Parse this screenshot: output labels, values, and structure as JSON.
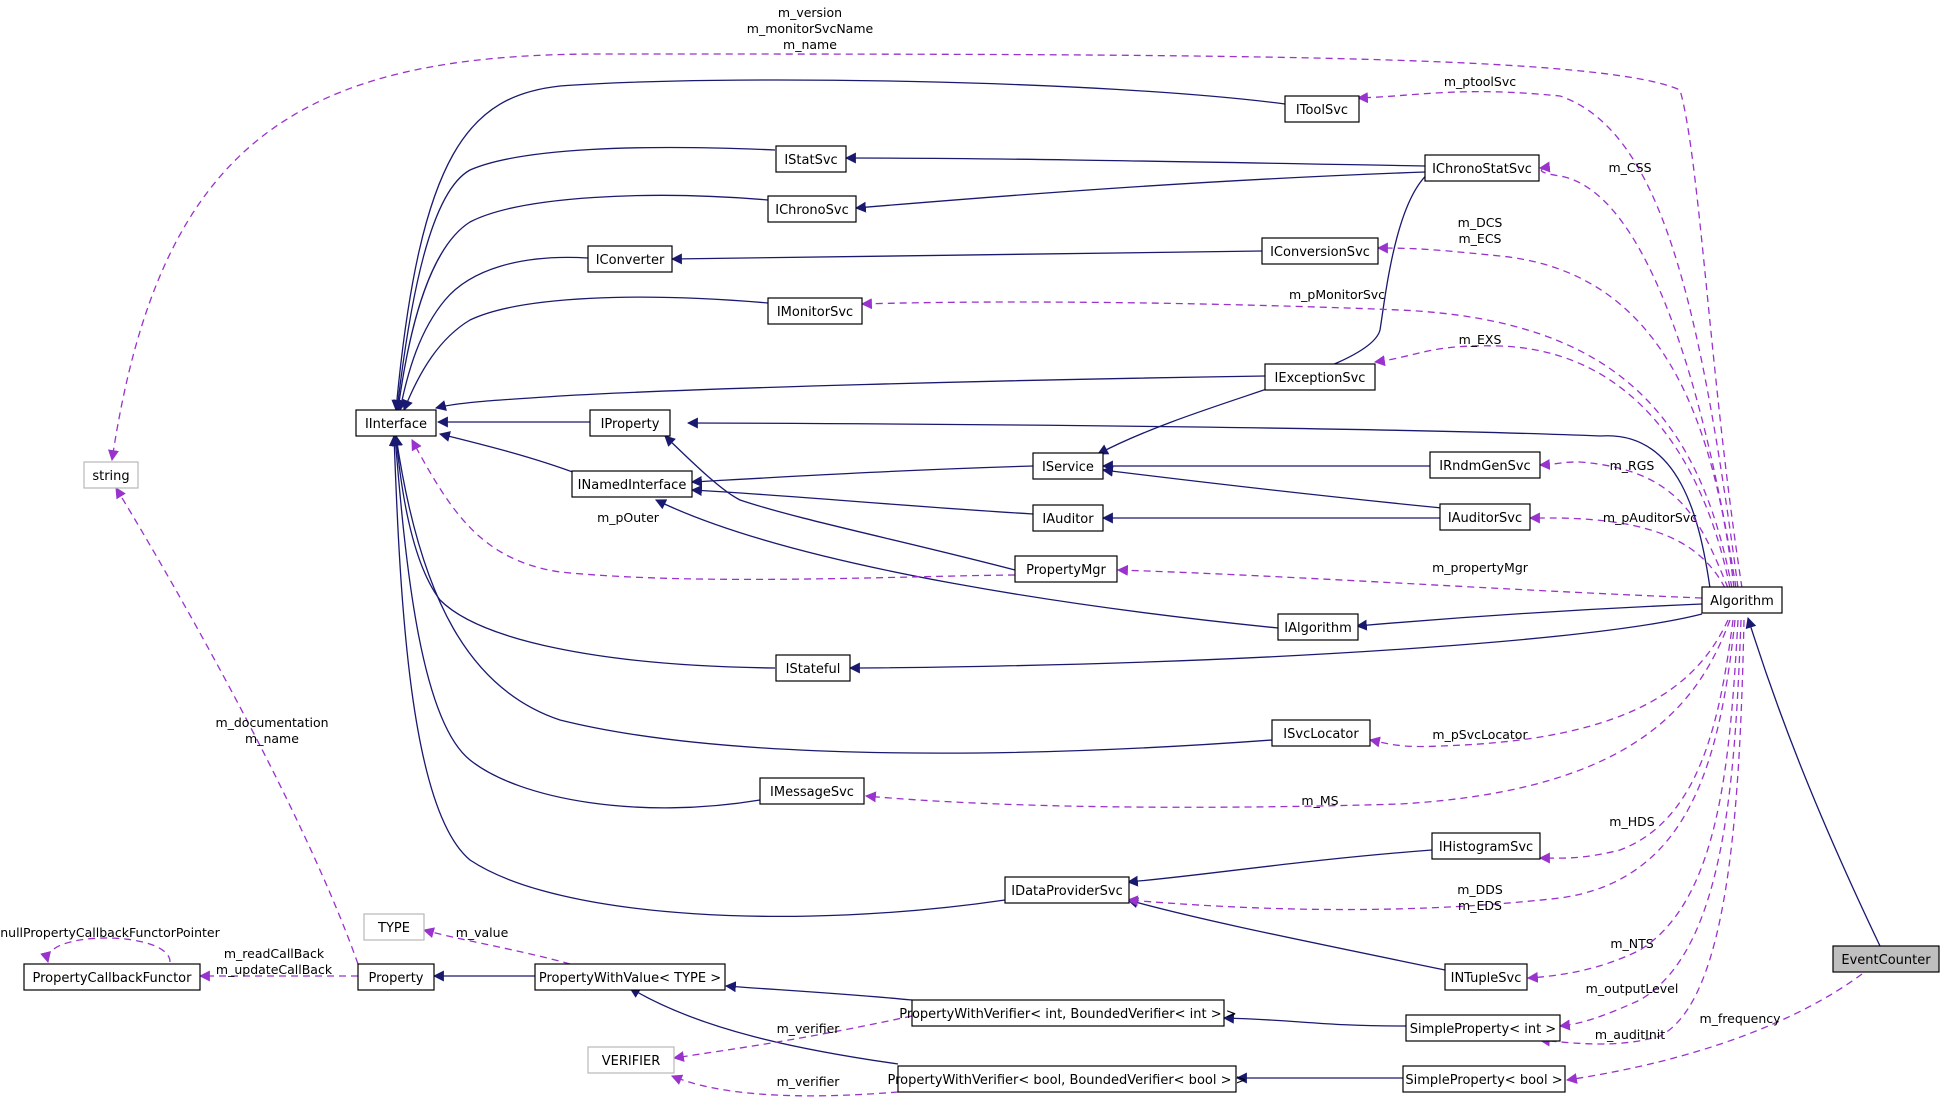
{
  "nodes": {
    "iinterface": "IInterface",
    "string": "string",
    "itoolsvc": "IToolSvc",
    "istatsvc": "IStatSvc",
    "ichronostatsvc": "IChronoStatSvc",
    "ichronosvc": "IChronoSvc",
    "iconverter": "IConverter",
    "iconversionsvc": "IConversionSvc",
    "imonitorsvc": "IMonitorSvc",
    "iexceptionsvc": "IExceptionSvc",
    "iproperty": "IProperty",
    "iservice": "IService",
    "irndmgensvc": "IRndmGenSvc",
    "inamedinterface": "INamedInterface",
    "iauditor": "IAuditor",
    "iauditorsvc": "IAuditorSvc",
    "propertymgr": "PropertyMgr",
    "algorithm": "Algorithm",
    "ialgorithm": "IAlgorithm",
    "istateful": "IStateful",
    "isvclocator": "ISvcLocator",
    "imessagesvc": "IMessageSvc",
    "ihistogramsvc": "IHistogramSvc",
    "idataprovidersvc": "IDataProviderSvc",
    "type": "TYPE",
    "eventcounter": "EventCounter",
    "propertycallbackfunctor": "PropertyCallbackFunctor",
    "property": "Property",
    "propertywithvalue": "PropertyWithValue< TYPE >",
    "intuplesvc": "INTupleSvc",
    "pwv_int": "PropertyWithVerifier< int, BoundedVerifier< int > >",
    "simpleproperty_int": "SimpleProperty< int >",
    "verifier": "VERIFIER",
    "pwv_bool": "PropertyWithVerifier< bool, BoundedVerifier< bool > >",
    "simpleproperty_bool": "SimpleProperty< bool >"
  },
  "labels": {
    "m_version": "m_version",
    "m_monitorSvcName": "m_monitorSvcName",
    "m_name_top": "m_name",
    "m_ptoolSvc": "m_ptoolSvc",
    "m_CSS": "m_CSS",
    "m_DCS": "m_DCS",
    "m_ECS": "m_ECS",
    "m_pMonitorSvc": "m_pMonitorSvc",
    "m_EXS": "m_EXS",
    "m_RGS": "m_RGS",
    "m_pOuter": "m_pOuter",
    "m_pAuditorSvc": "m_pAuditorSvc",
    "m_propertyMgr": "m_propertyMgr",
    "m_documentation": "m_documentation",
    "m_name_doc": "m_name",
    "m_pSvcLocator": "m_pSvcLocator",
    "m_MS": "m_MS",
    "m_HDS": "m_HDS",
    "m_DDS": "m_DDS",
    "m_EDS": "m_EDS",
    "m_value": "m_value",
    "nullPropertyCallbackFunctorPointer": "nullPropertyCallbackFunctorPointer",
    "m_readCallBack": "m_readCallBack",
    "m_updateCallBack": "m_updateCallBack",
    "m_NTS": "m_NTS",
    "m_outputLevel": "m_outputLevel",
    "m_verifier_1": "m_verifier",
    "m_frequency": "m_frequency",
    "m_auditInit": "m_auditInit",
    "m_verifier_2": "m_verifier"
  },
  "colors": {
    "inheritance": "#191970",
    "usage": "#9a32cd",
    "highlight_fill": "#bfbfbf"
  }
}
